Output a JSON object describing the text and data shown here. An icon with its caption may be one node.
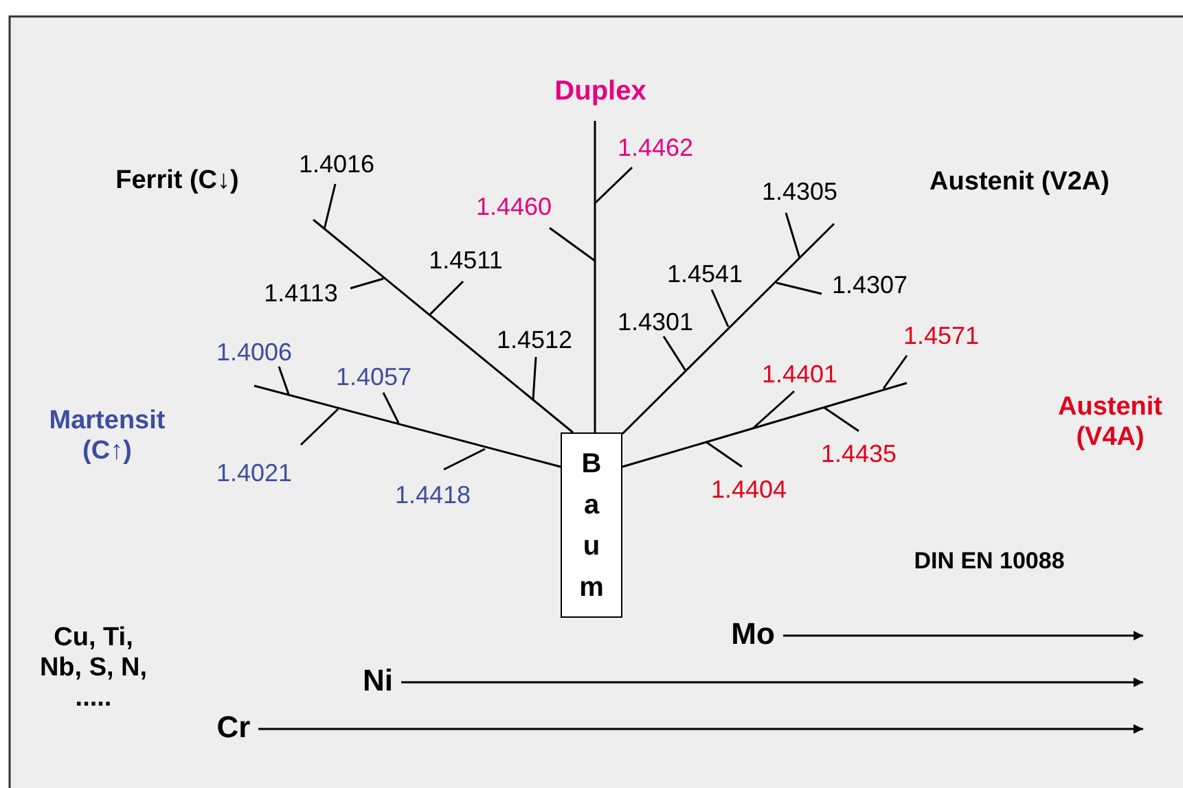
{
  "diagram": {
    "nodes": [
      {
        "text": [
          "Baum"
        ]
      },
      {
        "text": [
          "Mo"
        ]
      },
      {
        "text": [
          "Ni"
        ]
      },
      {
        "text": [
          "Cr"
        ]
      }
    ],
    "edges": [
      {
        "from": 1,
        "to": null,
        "arrow": "to"
      },
      {
        "from": 2,
        "to": null,
        "arrow": "to"
      },
      {
        "from": 3,
        "to": null,
        "arrow": "to"
      }
    ],
    "labels": [
      "Duplex",
      "1.4462",
      "Ferrit (C↓)",
      "1.4016",
      "1.4305",
      "Austenit (V2A)",
      "1.4460",
      "1.4511",
      "1.4541",
      "1.4113",
      "1.4307",
      "1.4301",
      "1.4512",
      "1.4571",
      "1.4006",
      "1.4057",
      "1.4401",
      "Martensit (C↑)",
      "Austenit (V4A)",
      "1.4435",
      "1.4021",
      "1.4418",
      "1.4404",
      "DIN EN 10088",
      "Cu, Ti, Nb, S, N, ....."
    ]
  }
}
